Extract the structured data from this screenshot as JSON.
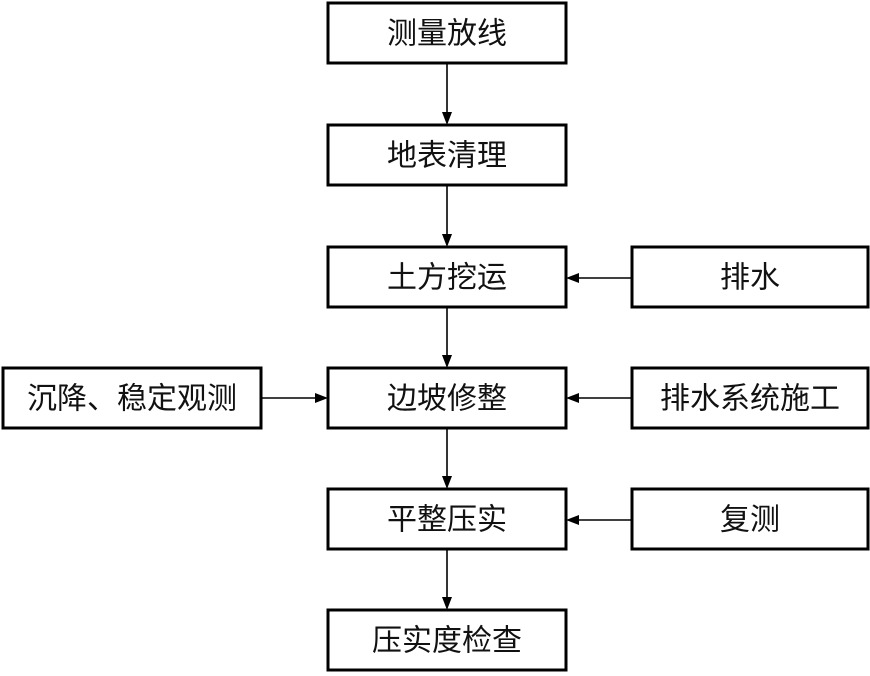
{
  "flowchart": {
    "main_steps": {
      "survey_layout": "测量放线",
      "surface_clearing": "地表清理",
      "earth_excavation": "土方挖运",
      "slope_trimming": "边坡修整",
      "leveling_compaction": "平整压实",
      "compaction_inspection": "压实度检查"
    },
    "side_inputs": {
      "drainage": "排水",
      "settlement_monitoring": "沉降、稳定观测",
      "drainage_system": "排水系统施工",
      "resurvey": "复测"
    }
  }
}
